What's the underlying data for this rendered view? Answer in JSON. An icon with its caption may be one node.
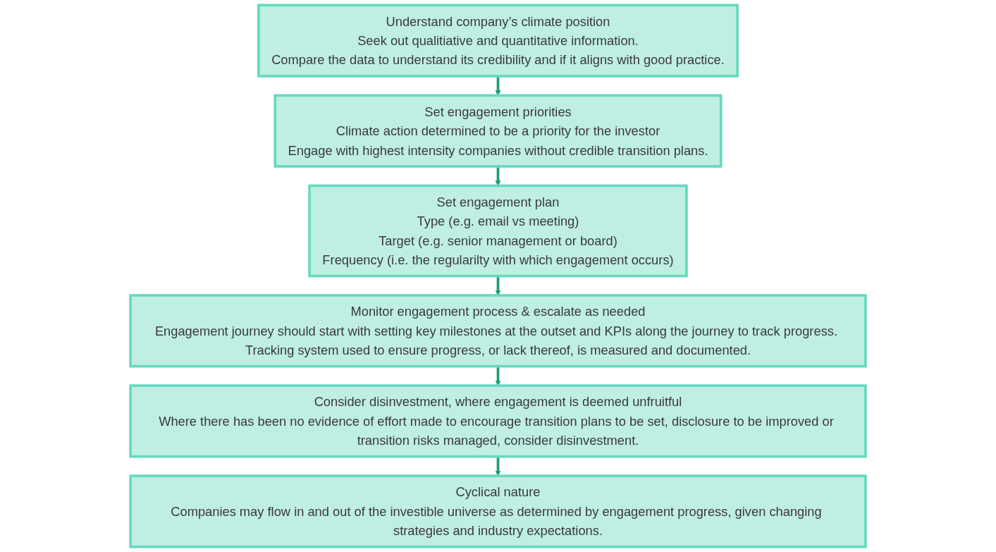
{
  "diagram": {
    "nodes": [
      {
        "text": [
          "Understand company’s climate position",
          "Seek out qualitiative and quantitative information.",
          "Compare the data to understand its credibility and if it aligns with good practice."
        ]
      },
      {
        "text": [
          "Set engagement priorities",
          "Climate action determined to be a priority for the investor",
          "Engage with highest intensity companies without credible transition plans."
        ]
      },
      {
        "text": [
          "Set engagement plan",
          "Type (e.g. email vs meeting)",
          "Target (e.g. senior management or board)",
          "Frequency (i.e. the regularilty with which engagement occurs)"
        ]
      },
      {
        "text": [
          "Monitor engagement process & escalate as needed",
          "Engagement journey should start with setting key milestones at the outset and KPIs along the journey to track progress. Tracking system used to ensure progress, or lack thereof, is measured and documented."
        ]
      },
      {
        "text": [
          "Consider disinvestment, where engagement is deemed unfruitful",
          "Where there has been no evidence of effort made to encourage transition plans to be set, disclosure to be improved or transition risks managed, consider disinvestment."
        ]
      },
      {
        "text": [
          "Cyclical nature",
          "Companies may flow in and out of the investible universe as determined by engagement progress, given changing strategies and industry expectations."
        ]
      }
    ],
    "edges": [
      {
        "from": 0,
        "to": 1,
        "arrow": "to"
      },
      {
        "from": 1,
        "to": 2,
        "arrow": "to"
      },
      {
        "from": 2,
        "to": 3,
        "arrow": "to"
      },
      {
        "from": 3,
        "to": 4,
        "arrow": "to"
      },
      {
        "from": 4,
        "to": 5,
        "arrow": "to"
      }
    ]
  }
}
